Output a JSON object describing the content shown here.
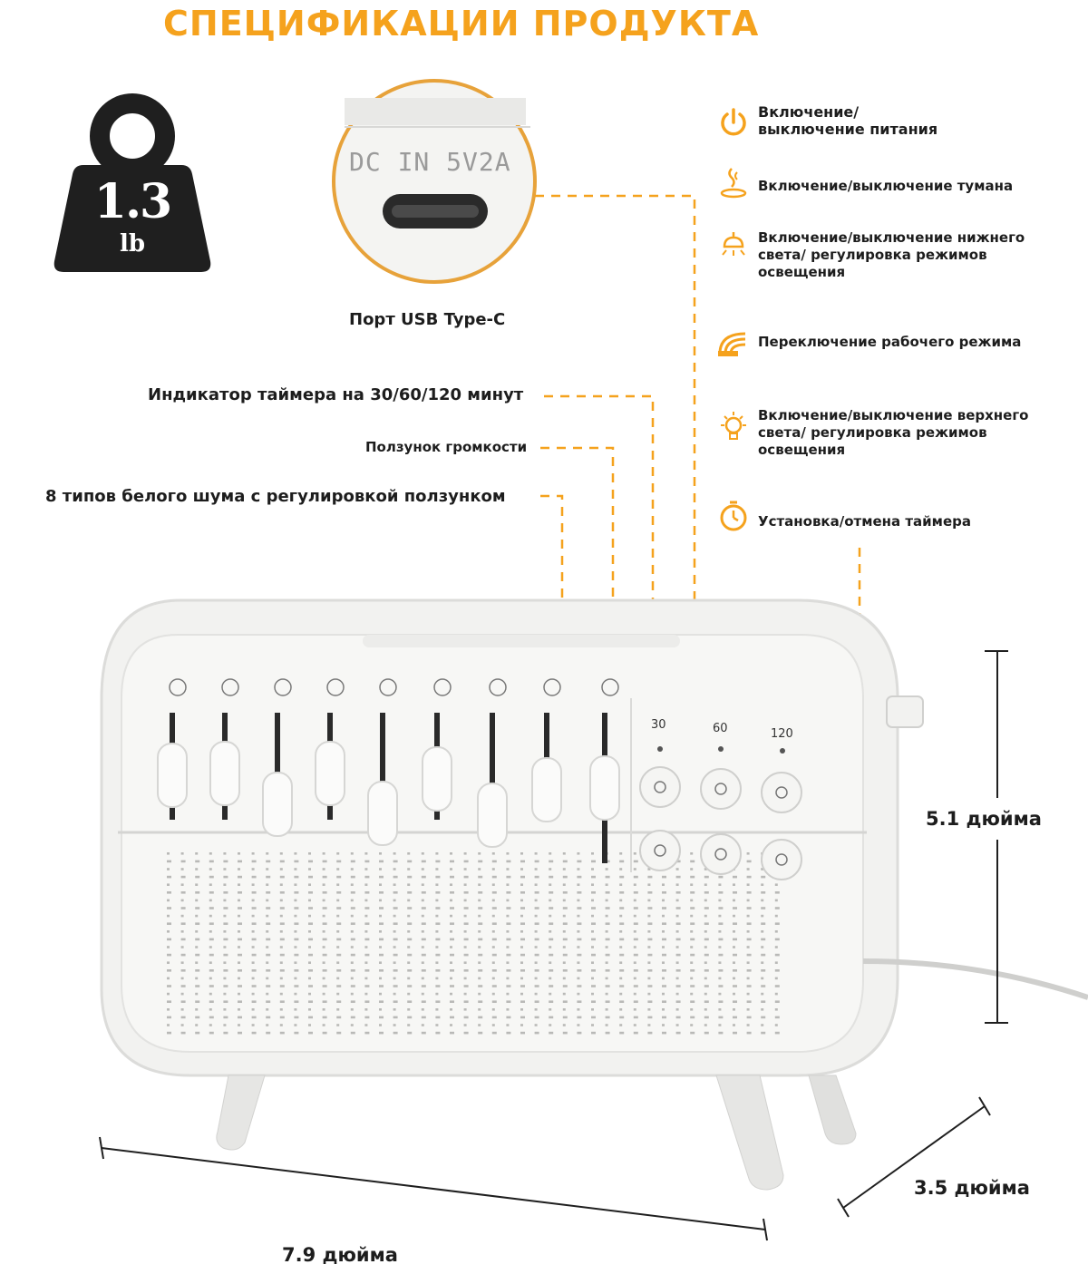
{
  "title": "СПЕЦИФИКАЦИИ ПРОДУКТА",
  "weight": {
    "value": "1.3",
    "unit": "lb"
  },
  "port": {
    "label": "DC IN 5V2A",
    "caption": "Порт USB Type-C"
  },
  "callouts": {
    "timer_indicator": "Индикатор таймера на 30/60/120 минут",
    "volume_slider": "Ползунок громкости",
    "noise_types": "8 типов белого шума с регулировкой ползунком"
  },
  "features": [
    {
      "icon": "power-icon",
      "text": "Включение/\nвыключение питания"
    },
    {
      "icon": "mist-icon",
      "text": "Включение/выключение тумана"
    },
    {
      "icon": "bottom-light-icon",
      "text": "Включение/выключение нижнего света/ регулировка режимов освещения"
    },
    {
      "icon": "work-mode-icon",
      "text": "Переключение рабочего режима"
    },
    {
      "icon": "top-light-icon",
      "text": "Включение/выключение верхнего света/ регулировка режимов освещения"
    },
    {
      "icon": "timer-icon",
      "text": "Установка/отмена таймера"
    }
  ],
  "timer_labels": [
    "30",
    "60",
    "120"
  ],
  "dimensions": {
    "height": "5.1 дюйма",
    "width": "7.9 дюйма",
    "depth": "3.5 дюйма"
  },
  "colors": {
    "accent": "#f5a21d",
    "dark": "#1f1f1f",
    "device": "#f2f2f0"
  }
}
